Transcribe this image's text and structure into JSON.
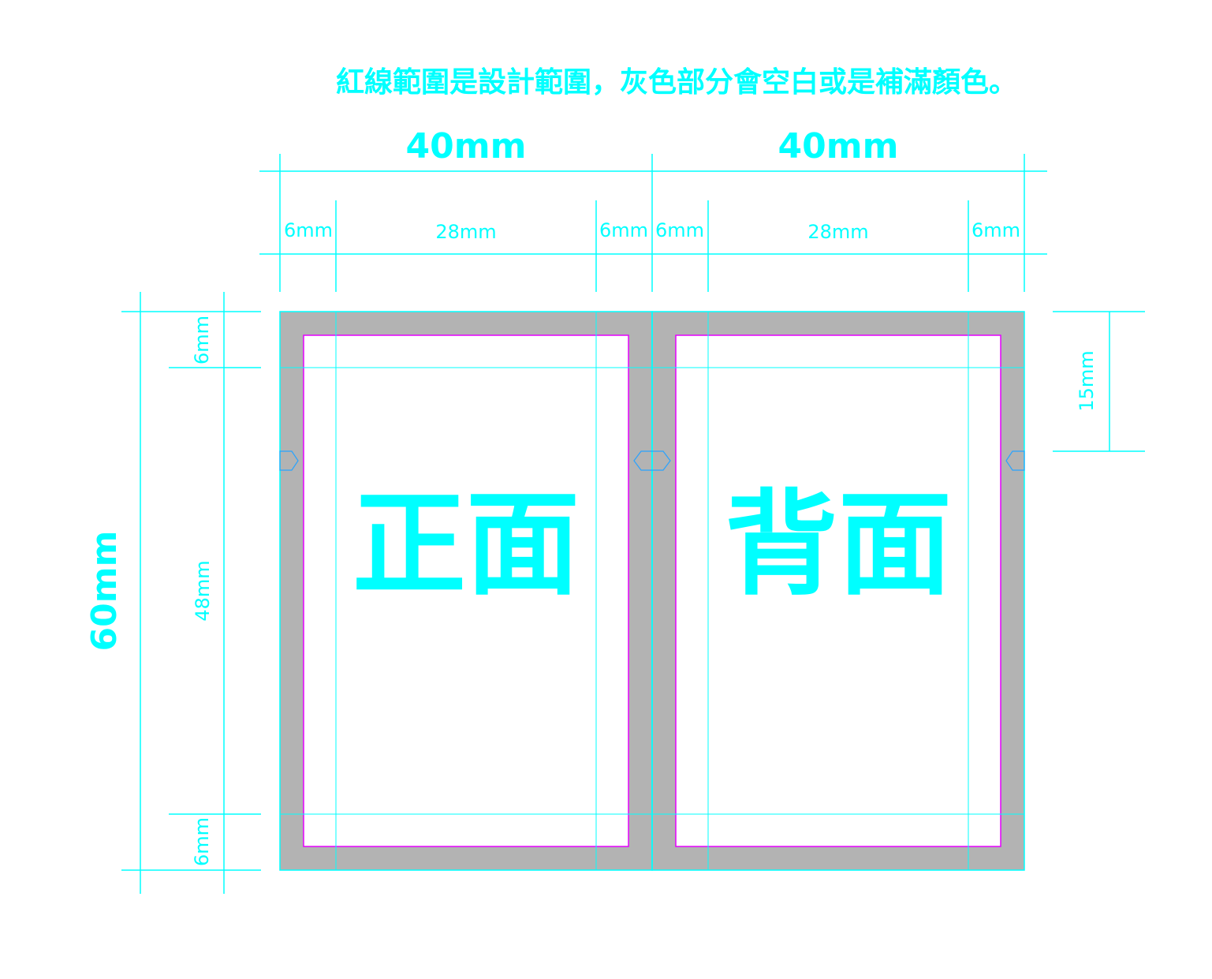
{
  "title": "紅線範圍是設計範圍，灰色部分會空白或是補滿顏色。",
  "dimensions": {
    "width_left": "40mm",
    "width_right": "40mm",
    "margin_left_1": "6mm",
    "inner_width_left": "28mm",
    "margin_right_1": "6mm",
    "margin_left_2": "6mm",
    "inner_width_right": "28mm",
    "margin_right_2": "6mm",
    "height_total": "60mm",
    "margin_top": "6mm",
    "inner_height": "48mm",
    "margin_bottom": "6mm",
    "notch_offset": "15mm"
  },
  "panels": {
    "front": "正面",
    "back": "背面"
  },
  "colors": {
    "guide": "#00ffff",
    "design_border": "#e600ff",
    "bleed": "#b3b3b3",
    "notch": "#29a3ff"
  }
}
